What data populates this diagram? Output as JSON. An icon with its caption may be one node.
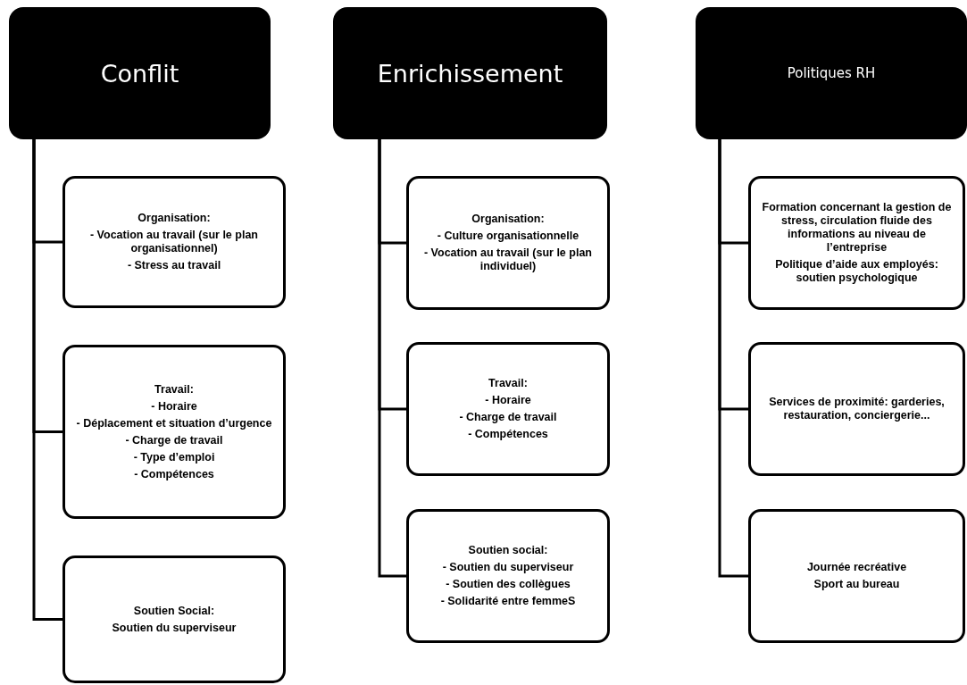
{
  "diagram": {
    "nodes": [
      {
        "text": [
          "Conflit"
        ]
      },
      {
        "text": [
          "Organisation:",
          "- Vocation au travail (sur le plan organisationnel)",
          "- Stress au travail"
        ]
      },
      {
        "text": [
          "Travail:",
          "- Horaire",
          "- Déplacement et situation d’urgence",
          "- Charge de travail",
          "- Type d’emploi",
          "- Compétences"
        ]
      },
      {
        "text": [
          "Soutien Social:",
          "Soutien du superviseur"
        ]
      },
      {
        "text": [
          "Enrichissement"
        ]
      },
      {
        "text": [
          "Organisation:",
          "- Culture organisationnelle",
          "- Vocation au travail (sur le plan individuel)"
        ]
      },
      {
        "text": [
          "Travail:",
          "- Horaire",
          "- Charge de travail",
          "- Compétences"
        ]
      },
      {
        "text": [
          "Soutien social:",
          "- Soutien du superviseur",
          "- Soutien des collègues",
          "- Solidarité entre femmeS"
        ]
      },
      {
        "text": [
          "Politiques RH"
        ]
      },
      {
        "text": [
          "Formation concernant la gestion de stress, circulation fluide des informations au niveau de l’entreprise",
          "Politique d’aide aux employés: soutien psychologique"
        ]
      },
      {
        "text": [
          "Services de proximité: garderies, restauration, conciergerie..."
        ]
      },
      {
        "text": [
          "Journée recréative",
          "Sport au bureau"
        ]
      }
    ],
    "edges": [
      {
        "from": 0,
        "to": 1,
        "arrow": "none"
      },
      {
        "from": 0,
        "to": 2,
        "arrow": "none"
      },
      {
        "from": 0,
        "to": 3,
        "arrow": "none"
      },
      {
        "from": 4,
        "to": 5,
        "arrow": "none"
      },
      {
        "from": 4,
        "to": 6,
        "arrow": "none"
      },
      {
        "from": 4,
        "to": 7,
        "arrow": "none"
      },
      {
        "from": 8,
        "to": 9,
        "arrow": "none"
      },
      {
        "from": 8,
        "to": 10,
        "arrow": "none"
      },
      {
        "from": 8,
        "to": 11,
        "arrow": "none"
      }
    ]
  }
}
